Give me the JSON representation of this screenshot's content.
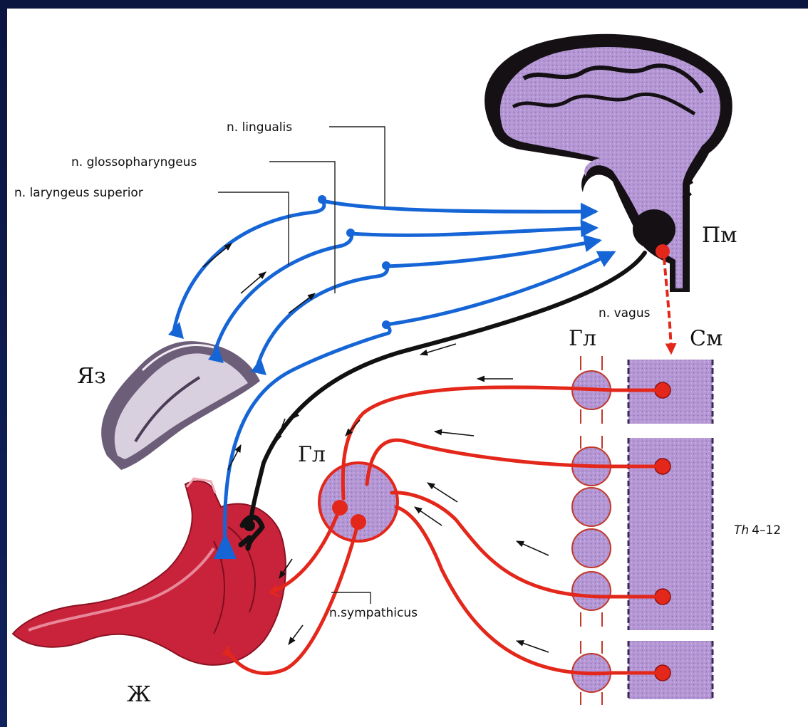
{
  "labels": {
    "n_lingualis": "n. lingualis",
    "n_glossopharyngeus": "n. glossopharyngeus",
    "n_laryngeus": "n. laryngeus superior",
    "n_vagus": "n. vagus",
    "n_sympathicus": "n.sympathicus",
    "pm": "Пм",
    "sm": "См",
    "gl_chain": "Гл",
    "gl_ganglion": "Гл",
    "yaz": "Яз",
    "zh": "Ж",
    "th_prefix": "Th",
    "th_range": "4–12"
  },
  "colors": {
    "frame": "#0c1a4a",
    "afferent": "#1565d6",
    "sympathetic": "#e3271b",
    "vagus": "#111111",
    "neural_tissue": "#b99ad6",
    "stomach": "#c8233a",
    "tongue": "#7a6a80"
  }
}
